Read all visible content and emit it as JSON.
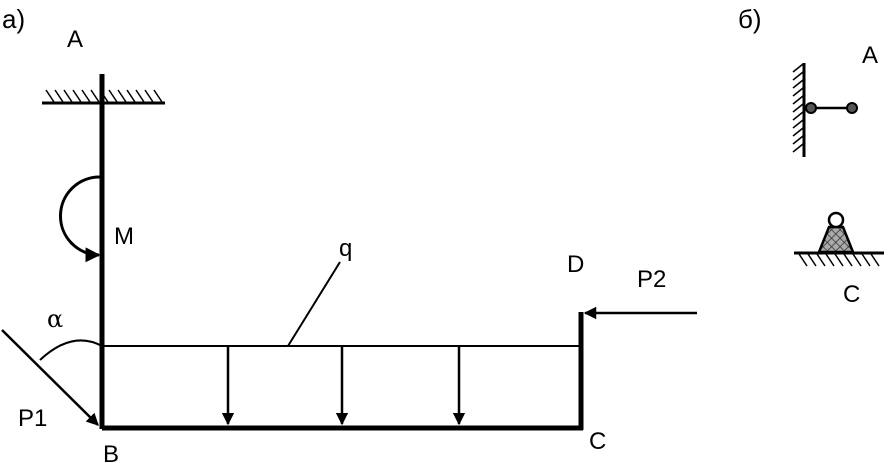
{
  "panel_a": {
    "panel_label": "а)",
    "point_A": "A",
    "moment_label": "M",
    "load_label": "q",
    "point_D": "D",
    "force_P2": "P2",
    "angle_label": "α",
    "force_P1": "P1",
    "point_B": "B",
    "point_C": "C"
  },
  "panel_b": {
    "panel_label": "б)",
    "point_A": "A",
    "point_C": "C"
  }
}
